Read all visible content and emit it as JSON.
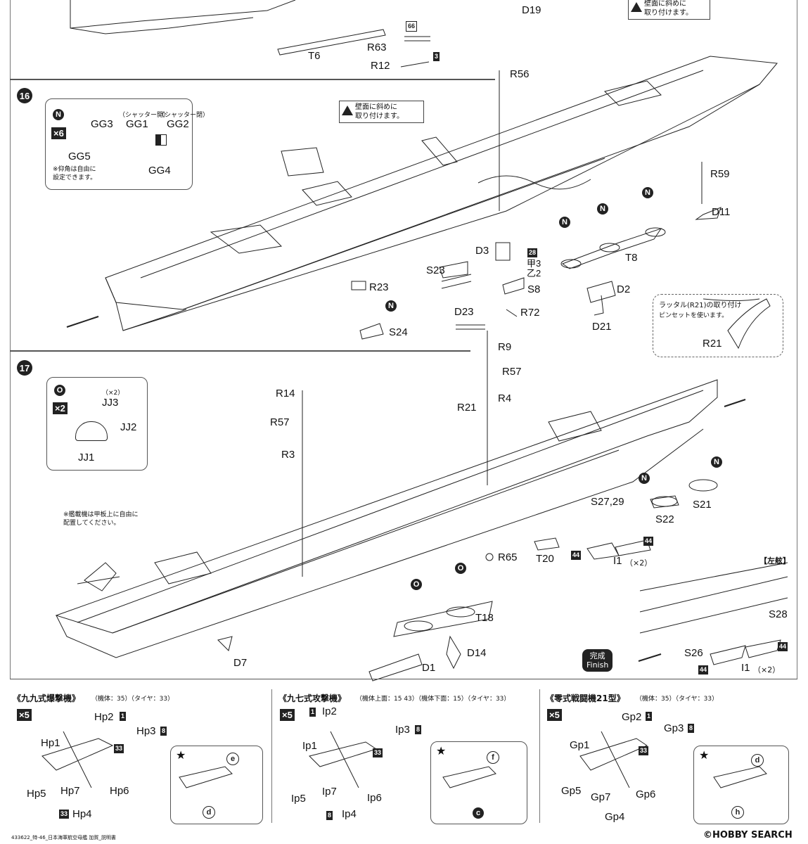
{
  "step16": {
    "number": "16",
    "inset": {
      "sprue": "N",
      "qty": "×6",
      "label_gg1": "GG1",
      "label_gg2": "GG2",
      "label_gg3": "GG3",
      "label_gg4": "GG4",
      "label_gg5": "GG5",
      "shutter_open": "（シャッター開）",
      "shutter_closed": "（シャッター閉）",
      "note": "※仰角は自由に\n設定できます。"
    },
    "warning": "壁面に斜めに\n取り付けます。",
    "parts": [
      "R56",
      "R59",
      "D11",
      "D3",
      "28",
      "甲3",
      "乙2",
      "S23",
      "S8",
      "R72",
      "D23",
      "R23",
      "S24",
      "T8",
      "D2",
      "D21"
    ],
    "n_marks": [
      "N",
      "N",
      "N",
      "N",
      "N"
    ],
    "ratline": {
      "title": "ラッタル(R21)の取り付け",
      "sub": "ピンセットを使います。",
      "part": "R21"
    }
  },
  "step15_tail": {
    "parts": [
      "T6",
      "R63",
      "R12",
      "D19"
    ],
    "num66": "66",
    "num3": "3",
    "warning": "壁面に斜めに\n取り付けます。"
  },
  "step17": {
    "number": "17",
    "inset": {
      "sprue": "O",
      "qty": "×2",
      "jj1": "JJ1",
      "jj2": "JJ2",
      "jj3": "JJ3",
      "x2": "（×2）"
    },
    "note": "※艦載機は甲板上に自由に\n配置してください。",
    "parts": [
      "R14",
      "R57",
      "R3",
      "R9",
      "R57",
      "R4",
      "R21",
      "R65",
      "T20",
      "S27,29",
      "I1",
      "（×2）",
      "S21",
      "S22",
      "T18",
      "D14",
      "D1",
      "D7"
    ],
    "num44": "44",
    "port_title": "【左舷】",
    "port_parts": [
      "S28",
      "S26",
      "I1",
      "（×2）"
    ],
    "finish": {
      "jp": "完成",
      "en": "Finish"
    }
  },
  "planes": [
    {
      "title": "《九九式爆撃機》",
      "spec": "（機体：35）（タイヤ：33）",
      "qty": "×5",
      "parts": [
        "Hp2",
        "Hp3",
        "Hp1",
        "Hp5",
        "Hp7",
        "Hp6",
        "Hp4"
      ],
      "nums": [
        "1",
        "8",
        "33",
        "33"
      ],
      "decals": [
        "e",
        "d"
      ]
    },
    {
      "title": "《九七式攻撃機》",
      "spec": "（機体上面：15 43）（機体下面：15）（タイヤ：33）",
      "qty": "×5",
      "parts": [
        "Ip2",
        "Ip3",
        "Ip1",
        "Ip5",
        "Ip7",
        "Ip6",
        "Ip4"
      ],
      "nums": [
        "1",
        "8",
        "33",
        "8"
      ],
      "decals": [
        "f",
        "c"
      ]
    },
    {
      "title": "《零式戦闘機21型》",
      "spec": "（機体：35）（タイヤ：33）",
      "qty": "×5",
      "parts": [
        "Gp2",
        "Gp3",
        "Gp1",
        "Gp5",
        "Gp7",
        "Gp6",
        "Gp4"
      ],
      "nums": [
        "1",
        "8",
        "33"
      ],
      "decals": [
        "d",
        "h"
      ]
    }
  ],
  "footer": {
    "code": "433622_特-46_日本海軍航空母艦 加賀_説明書",
    "watermark": "©HOBBY SEARCH"
  }
}
